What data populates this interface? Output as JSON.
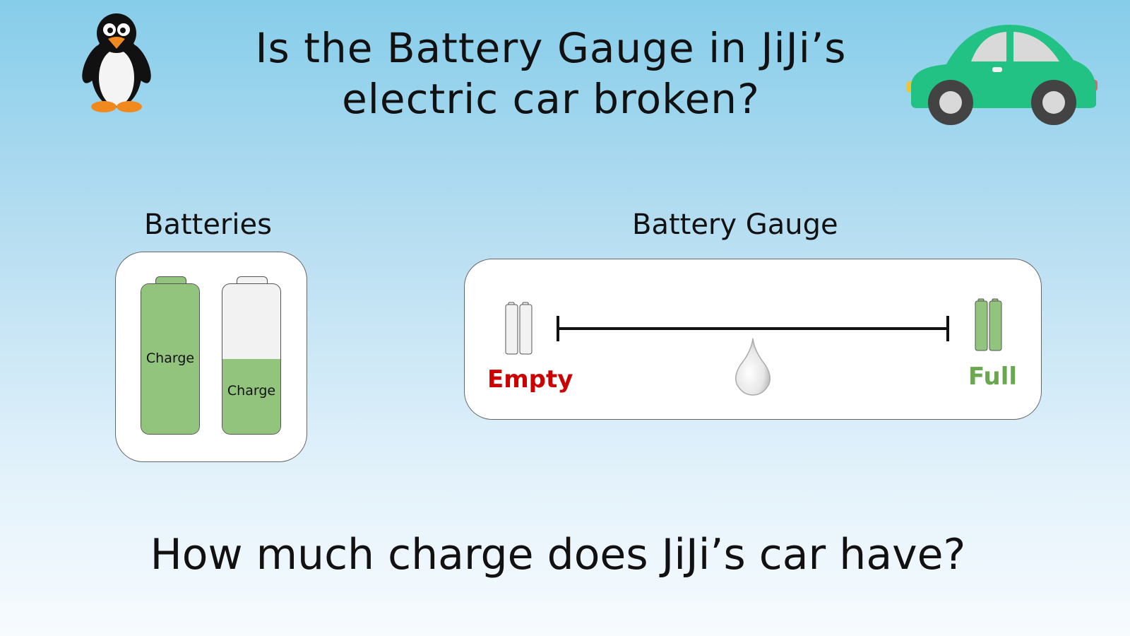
{
  "title": "Is the Battery Gauge in JiJi’s electric car broken?",
  "icons": {
    "mascot": "penguin-icon",
    "vehicle": "car-icon",
    "empty_battery": "empty-battery-icon",
    "full_battery": "full-battery-icon",
    "thumb": "drop-icon"
  },
  "batteries": {
    "label": "Batteries",
    "items": [
      {
        "label": "Charge",
        "level": 1.0
      },
      {
        "label": "Charge",
        "level": 0.5
      }
    ]
  },
  "gauge": {
    "label": "Battery Gauge",
    "empty_label": "Empty",
    "full_label": "Full",
    "value": 0.5
  },
  "question": "How much charge does JiJi’s car have?",
  "colors": {
    "charge_green": "#93c47d",
    "empty_red": "#cc0000",
    "full_green": "#6aa84f",
    "car_body": "#21c284"
  }
}
